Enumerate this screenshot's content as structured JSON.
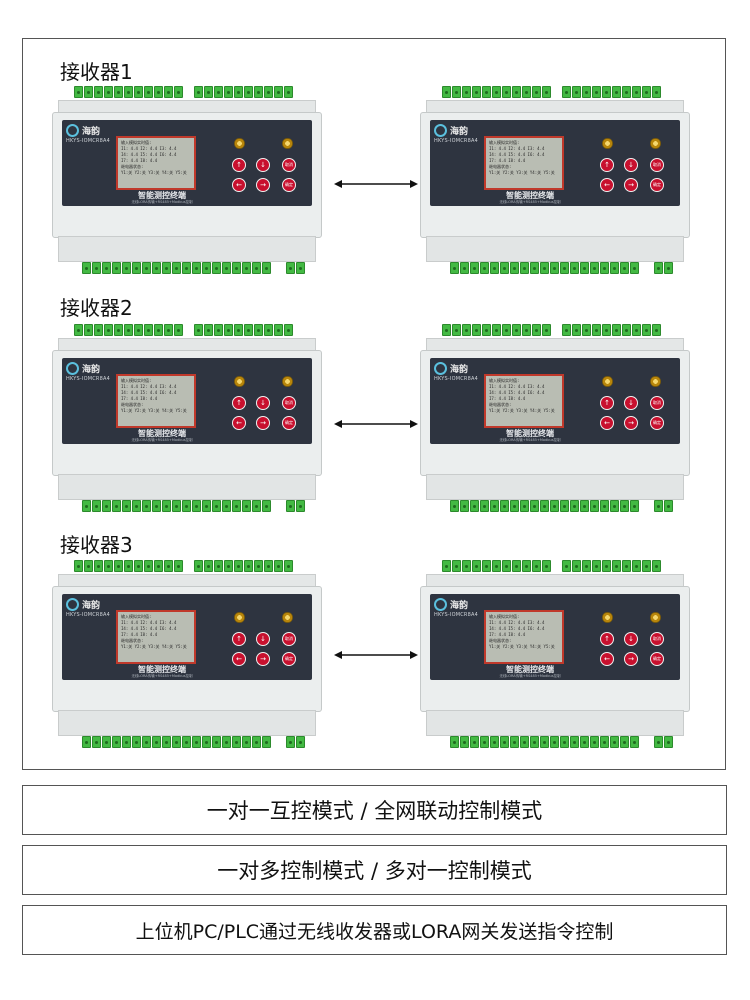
{
  "groups": [
    {
      "label": "接收器1"
    },
    {
      "label": "接收器2"
    },
    {
      "label": "接收器3"
    }
  ],
  "device": {
    "logo_text": "海韵",
    "model": "HKYS-IOMCR8A4",
    "lcd_lines": [
      "输入模拟实时值:",
      "I1: 4.4   I2: 4.4   I3: 4.4",
      "I4: 4.4   I5: 4.4   I6: 4.4",
      "I7: 4.4   I8: 4.4",
      "继电器状态:",
      "Y1:关 Y2:关 Y3:关 Y4:关 Y5:关"
    ],
    "panel_title": "智能测控终端",
    "panel_sub": "无线LORA传输+RS485+Modbus控制",
    "buttons": {
      "up": "↑",
      "down": "↓",
      "left": "←",
      "right": "→",
      "cancel": "取消",
      "ok": "确定"
    }
  },
  "arrow_icon": "double-headed-arrow-icon",
  "colors": {
    "terminal_green": "#43b943",
    "panel_dark": "#2e3440",
    "button_red": "#c8102e",
    "lcd_frame": "#c0392b"
  },
  "modes": [
    {
      "text": "一对一互控模式 / 全网联动控制模式"
    },
    {
      "text": "一对多控制模式 / 多对一控制模式"
    },
    {
      "text": "上位机PC/PLC通过无线收发器或LORA网关发送指令控制"
    }
  ]
}
